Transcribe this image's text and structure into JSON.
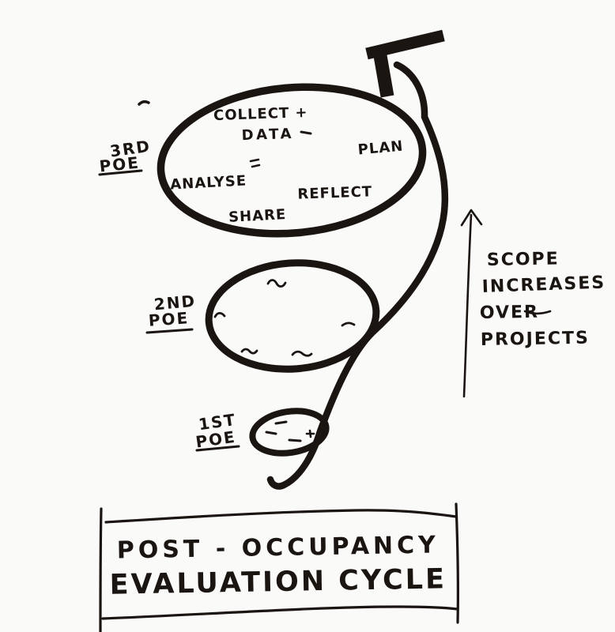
{
  "colors": {
    "ink": "#1a1511",
    "background": "#fafaf9"
  },
  "cycle": {
    "steps": {
      "collect": "COLLECT +",
      "data": "DATA",
      "plan": "PLAN",
      "analyse": "ANALYSE",
      "reflect": "REFLECT",
      "share": "SHARE"
    },
    "loops": {
      "third": {
        "ordinal": "3RD",
        "label": "POE"
      },
      "second": {
        "ordinal": "2ND",
        "label": "POE"
      },
      "first": {
        "ordinal": "1ST",
        "label": "POE"
      }
    }
  },
  "scope_note": {
    "line1": "SCOPE",
    "line2": "INCREASES",
    "line3": "OVER",
    "line4": "PROJECTS"
  },
  "title": {
    "line1": "POST - OCCUPANCY",
    "line2": "EVALUATION CYCLE"
  }
}
